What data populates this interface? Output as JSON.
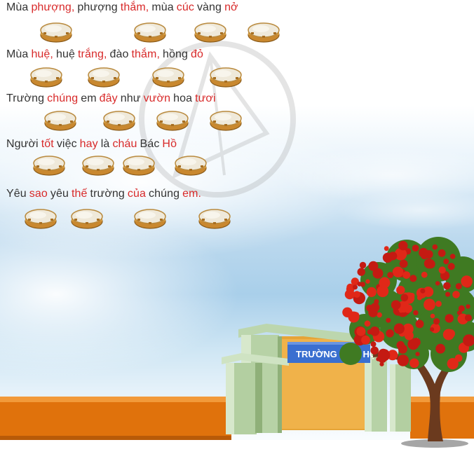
{
  "song": {
    "lines": [
      {
        "words": [
          {
            "text": "Mùa",
            "accent": false
          },
          {
            "text": "phượng,",
            "accent": true
          },
          {
            "text": "phượng",
            "accent": false
          },
          {
            "text": "thắm,",
            "accent": true
          },
          {
            "text": "mùa",
            "accent": false
          },
          {
            "text": "cúc",
            "accent": true
          },
          {
            "text": "vàng",
            "accent": false
          },
          {
            "text": "nở",
            "accent": true
          }
        ]
      },
      {
        "words": [
          {
            "text": "Mùa",
            "accent": false
          },
          {
            "text": "huệ,",
            "accent": true
          },
          {
            "text": "huệ",
            "accent": false
          },
          {
            "text": "trắng,",
            "accent": true
          },
          {
            "text": "đào",
            "accent": false
          },
          {
            "text": "thắm,",
            "accent": true
          },
          {
            "text": "hồng",
            "accent": false
          },
          {
            "text": "đỏ",
            "accent": true
          }
        ]
      },
      {
        "words": [
          {
            "text": "Trường",
            "accent": false
          },
          {
            "text": "chúng",
            "accent": true
          },
          {
            "text": "em",
            "accent": false
          },
          {
            "text": "đây",
            "accent": true
          },
          {
            "text": "như",
            "accent": false
          },
          {
            "text": "vườn",
            "accent": true
          },
          {
            "text": "hoa",
            "accent": false
          },
          {
            "text": "tươi",
            "accent": true
          }
        ]
      },
      {
        "words": [
          {
            "text": "Người",
            "accent": false
          },
          {
            "text": "tốt",
            "accent": true
          },
          {
            "text": "việc",
            "accent": false
          },
          {
            "text": "hay",
            "accent": true
          },
          {
            "text": "là",
            "accent": false
          },
          {
            "text": "cháu",
            "accent": true
          },
          {
            "text": "Bác",
            "accent": false
          },
          {
            "text": "Hồ",
            "accent": true
          }
        ]
      },
      {
        "words": [
          {
            "text": "Yêu",
            "accent": false
          },
          {
            "text": "sao",
            "accent": true
          },
          {
            "text": "yêu",
            "accent": false
          },
          {
            "text": "thế",
            "accent": true
          },
          {
            "text": "trường",
            "accent": false
          },
          {
            "text": "của",
            "accent": true
          },
          {
            "text": "chúng",
            "accent": false
          },
          {
            "text": "em.",
            "accent": true
          }
        ]
      }
    ],
    "drum_icon": "tambourine-icon",
    "drums_per_line": 4
  },
  "illustration": {
    "school_sign": "TRƯỜNG TIỂU HỌ",
    "elements": [
      "school-gate",
      "flame-tree",
      "orange-wall",
      "sky"
    ]
  },
  "colors": {
    "accent_text": "#d82a2a",
    "plain_text": "#333333",
    "sign_bg": "#3a6fd0",
    "wall": "#e0720c",
    "gate": "#a9c89a",
    "flowers": "#e02818",
    "trunk": "#6b3a1e"
  }
}
